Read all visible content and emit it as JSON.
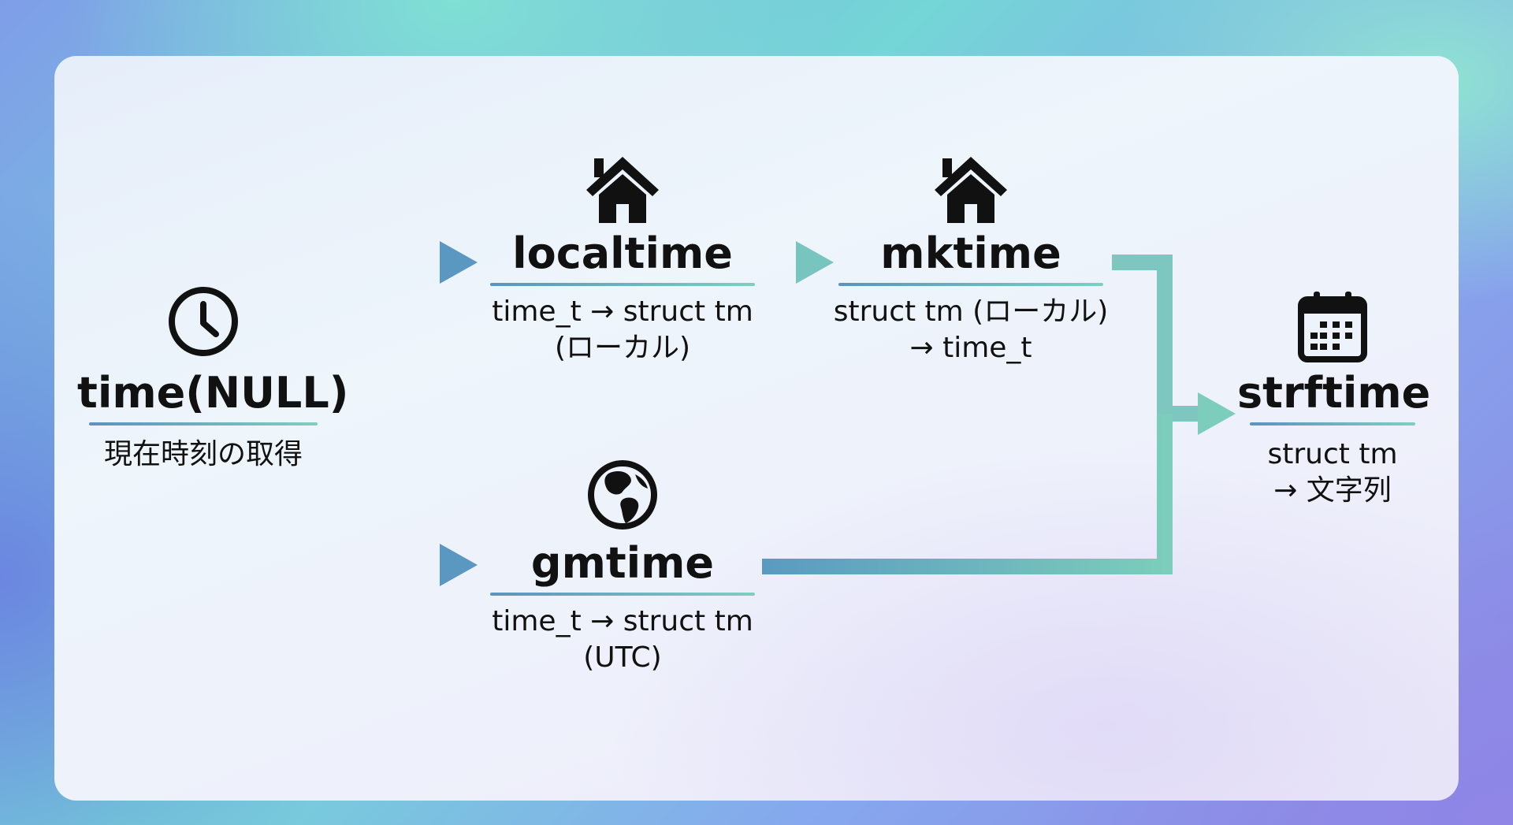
{
  "colors": {
    "arrow_start": "#4a86b4",
    "arrow_end": "#7ccdbb"
  },
  "nodes": {
    "time": {
      "icon": "clock-icon",
      "title": "time(NULL)",
      "line1": "現在時刻の取得"
    },
    "localtime": {
      "icon": "house-icon",
      "title": "localtime",
      "line1": "time_t → struct tm",
      "line2": "(ローカル)"
    },
    "mktime": {
      "icon": "house-icon",
      "title": "mktime",
      "line1": "struct tm (ローカル)",
      "line2": "→ time_t"
    },
    "gmtime": {
      "icon": "globe-icon",
      "title": "gmtime",
      "line1": "time_t → struct tm",
      "line2": "(UTC)"
    },
    "strftime": {
      "icon": "calendar-icon",
      "title": "strftime",
      "line1": "struct tm",
      "line2": "→ 文字列"
    }
  }
}
